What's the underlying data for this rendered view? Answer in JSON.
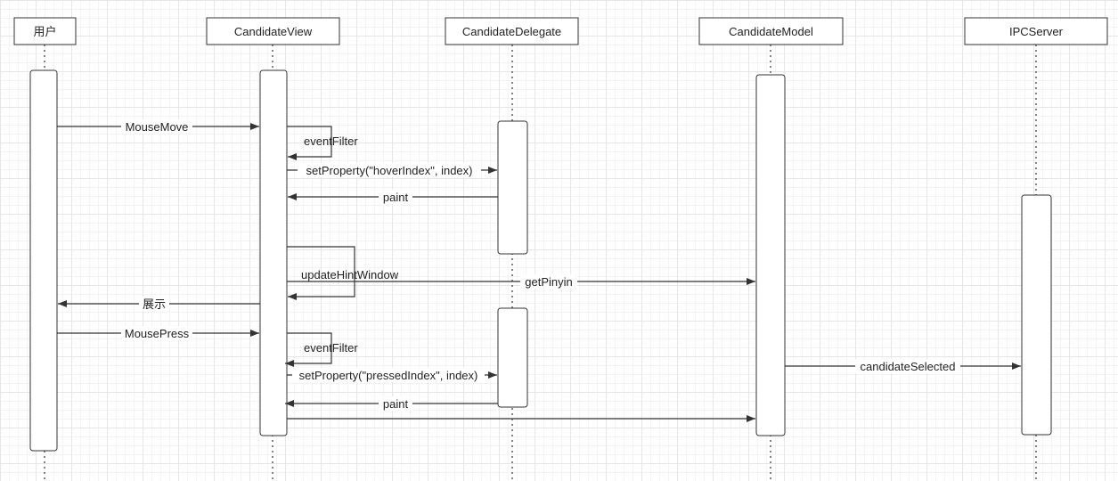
{
  "participants": [
    {
      "id": "user",
      "label": "用户"
    },
    {
      "id": "view",
      "label": "CandidateView"
    },
    {
      "id": "delegate",
      "label": "CandidateDelegate"
    },
    {
      "id": "model",
      "label": "CandidateModel"
    },
    {
      "id": "ipc",
      "label": "IPCServer"
    }
  ],
  "messages": [
    {
      "id": "mousemove",
      "label": "MouseMove"
    },
    {
      "id": "eventfilter1",
      "label": "eventFilter"
    },
    {
      "id": "setproperty-hover",
      "label": "setProperty(\"hoverIndex\", index)"
    },
    {
      "id": "paint1",
      "label": "paint"
    },
    {
      "id": "updatehintwindow",
      "label": "updateHintWindow"
    },
    {
      "id": "getpinyin",
      "label": "getPinyin"
    },
    {
      "id": "show",
      "label": "展示"
    },
    {
      "id": "mousepress",
      "label": "MousePress"
    },
    {
      "id": "eventfilter2",
      "label": "eventFilter"
    },
    {
      "id": "setproperty-pressed",
      "label": "setProperty(\"pressedIndex\", index)"
    },
    {
      "id": "paint2",
      "label": "paint"
    },
    {
      "id": "candidateselected",
      "label": "candidateSelected"
    }
  ]
}
